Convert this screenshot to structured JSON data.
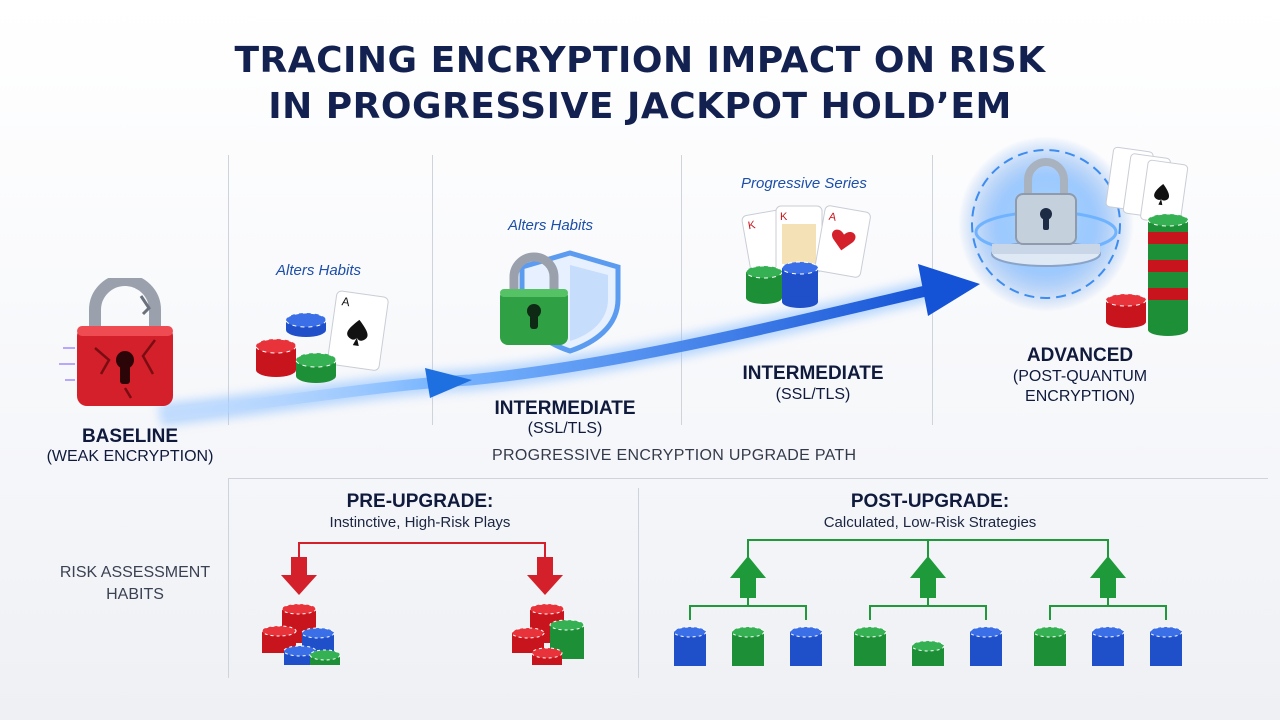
{
  "title": {
    "line1": "TRACING ENCRYPTION IMPACT ON RISK",
    "line2": "IN PROGRESSIVE JACKPOT HOLD’EM"
  },
  "stages": {
    "baseline": {
      "title": "BASELINE",
      "subtitle": "(WEAK ENCRYPTION)"
    },
    "habits1": {
      "label": "Alters Habits"
    },
    "intermediate1": {
      "label": "Alters Habits",
      "title": "INTERMEDIATE",
      "subtitle": "(SSL/TLS)"
    },
    "intermediate2": {
      "label": "Progressive Series",
      "title": "INTERMEDIATE",
      "subtitle": "(SSL/TLS)"
    },
    "advanced": {
      "title": "ADVANCED",
      "subtitle_line1": "(POST-QUANTUM",
      "subtitle_line2": "ENCRYPTION)"
    }
  },
  "path_label": "PROGRESSIVE ENCRYPTION UPGRADE PATH",
  "risk_habits": {
    "line1": "RISK ASSESSMENT",
    "line2": "HABITS"
  },
  "pre_upgrade": {
    "title": "PRE-UPGRADE:",
    "subtitle": "Instinctive, High-Risk Plays"
  },
  "post_upgrade": {
    "title": "POST-UPGRADE:",
    "subtitle": "Calculated, Low-Risk Strategies"
  },
  "colors": {
    "navy": "#12214f",
    "red": "#d4202a",
    "green": "#1e9a3a",
    "blue": "#1f5fd8",
    "arrow": "#1e6fe0"
  }
}
